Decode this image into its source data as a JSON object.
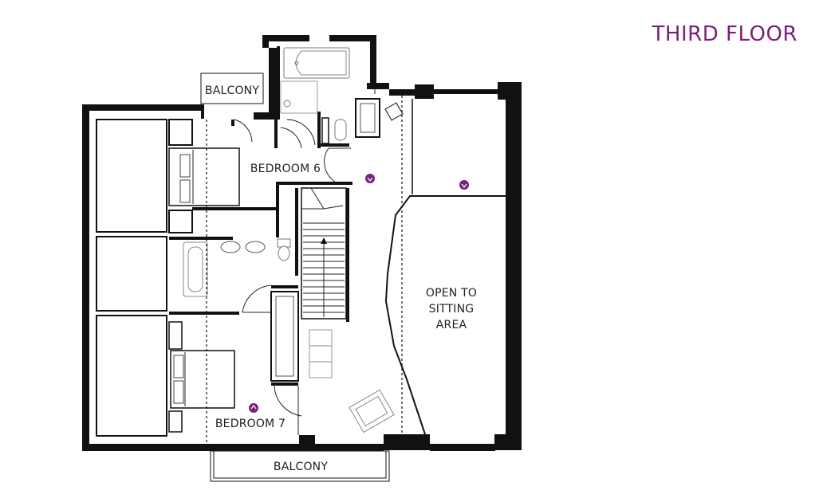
{
  "floor_title": "THIRD FLOOR",
  "accent_color": "#7b1f78",
  "rooms": {
    "bedroom_6": "BEDROOM 6",
    "bedroom_7": "BEDROOM 7",
    "balcony_top": "BALCONY",
    "balcony_bottom": "BALCONY",
    "open_area": [
      "OPEN TO",
      "SITTING",
      "AREA"
    ]
  },
  "icons": [
    "downlight-icon",
    "downlight-icon",
    "downlight-icon"
  ]
}
